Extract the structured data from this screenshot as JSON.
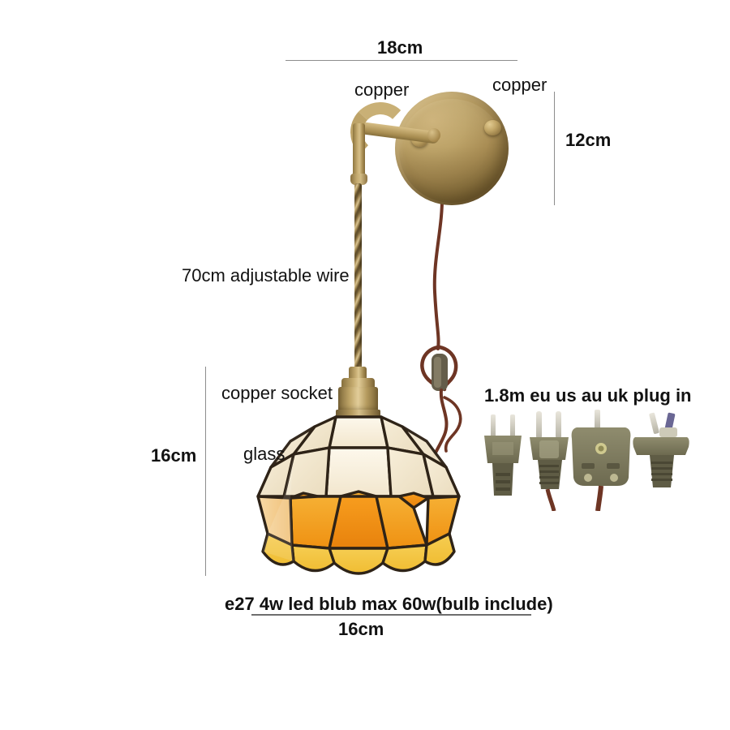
{
  "product": {
    "type": "tiffany-style-wall-lamp-dimension-diagram",
    "background_color": "#ffffff"
  },
  "dimensions": {
    "width_top": "18cm",
    "depth_right": "12cm",
    "height_left": "16cm",
    "shade_diameter_bottom": "16cm"
  },
  "labels": {
    "copper_arm": "copper",
    "copper_plate": "copper",
    "adjustable_wire": "70cm adjustable wire",
    "copper_socket": "copper socket",
    "glass": "glass",
    "plug": "1.8m eu us au uk plug in",
    "bulb": "e27 4w led blub max 60w(bulb include)"
  },
  "colors": {
    "brass_light": "#dcc68f",
    "brass_mid": "#bda368",
    "brass_dark": "#7a6336",
    "glass_cream": "#f6efdf",
    "glass_amber": "#f5a623",
    "glass_orange": "#f08c1a",
    "glass_yellow": "#f2c84b",
    "lead_line": "#2e2317",
    "cord_brown": "#7a3e2a",
    "rule_gray": "#8d8d8d",
    "text": "#121212"
  },
  "plugs": {
    "count": 4,
    "types": [
      "us",
      "eu",
      "uk",
      "au"
    ],
    "body_color": "#7d7b5f"
  },
  "shade": {
    "rows": 3,
    "top_row": "cream glass panels",
    "middle_row": "cream glass panels with small amber diamonds",
    "bottom_row": "amber and orange glass panels with scalloped edge"
  }
}
